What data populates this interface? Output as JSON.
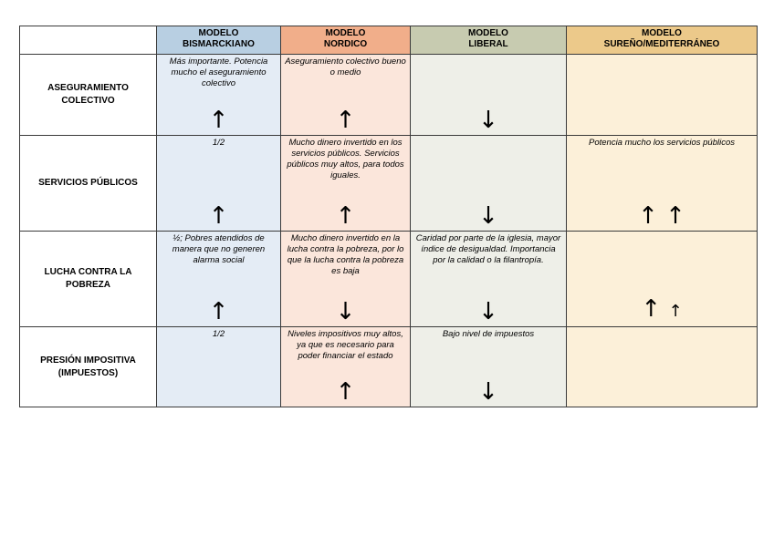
{
  "headers": [
    {
      "line1": "",
      "line2": ""
    },
    {
      "line1": "MODELO",
      "line2": "BISMARCKIANO"
    },
    {
      "line1": "MODELO",
      "line2": "NORDICO"
    },
    {
      "line1": "MODELO",
      "line2": "LIBERAL"
    },
    {
      "line1": "MODELO",
      "line2": "SUREÑO/MEDITERRÁNEO"
    }
  ],
  "rows": [
    {
      "label_lines": [
        "ASEGURAMIENTO",
        "COLECTIVO"
      ],
      "cells": [
        {
          "text": "Más importante. Potencia mucho el aseguramiento colectivo",
          "arrow": "↑",
          "arrow2": ""
        },
        {
          "text": "Aseguramiento colectivo bueno o medio",
          "arrow": "↑",
          "arrow2": ""
        },
        {
          "text": "",
          "arrow": "↓",
          "arrow2": ""
        },
        {
          "text": "",
          "arrow": "",
          "arrow2": ""
        }
      ]
    },
    {
      "label_lines": [
        "SERVICIOS PÚBLICOS",
        ""
      ],
      "cells": [
        {
          "text": "1/2",
          "arrow": "↑",
          "arrow2": ""
        },
        {
          "text": "Mucho dinero invertido en los servicios públicos. Servicios públicos muy altos, para todos iguales.",
          "arrow": "↑",
          "arrow2": ""
        },
        {
          "text": "",
          "arrow": "↓",
          "arrow2": ""
        },
        {
          "text": "Potencia mucho los servicios públicos",
          "arrow": "↑ ↑",
          "arrow2": ""
        }
      ]
    },
    {
      "label_lines": [
        "LUCHA CONTRA LA",
        "POBREZA"
      ],
      "cells": [
        {
          "text": "½; Pobres atendidos de manera que no generen alarma social",
          "arrow": "↑",
          "arrow2": ""
        },
        {
          "text": "Mucho dinero invertido en la lucha contra la pobreza, por lo que la lucha contra la pobreza es baja",
          "arrow": "↓",
          "arrow2": ""
        },
        {
          "text": "Caridad por parte de la iglesia, mayor índice de desigualdad. Importancia por la calidad o la filantropía.",
          "arrow": "↓",
          "arrow2": ""
        },
        {
          "text": "",
          "arrow": "↑",
          "arrow2": "↑"
        }
      ]
    },
    {
      "label_lines": [
        "PRESIÓN IMPOSITIVA",
        "(IMPUESTOS)"
      ],
      "cells": [
        {
          "text": "1/2",
          "arrow": "",
          "arrow2": ""
        },
        {
          "text": "Niveles impositivos muy altos, ya que es necesario para poder financiar el estado",
          "arrow": "↑",
          "arrow2": ""
        },
        {
          "text": "Bajo nivel de impuestos",
          "arrow": "↓",
          "arrow2": ""
        },
        {
          "text": "",
          "arrow": "",
          "arrow2": ""
        }
      ]
    }
  ]
}
